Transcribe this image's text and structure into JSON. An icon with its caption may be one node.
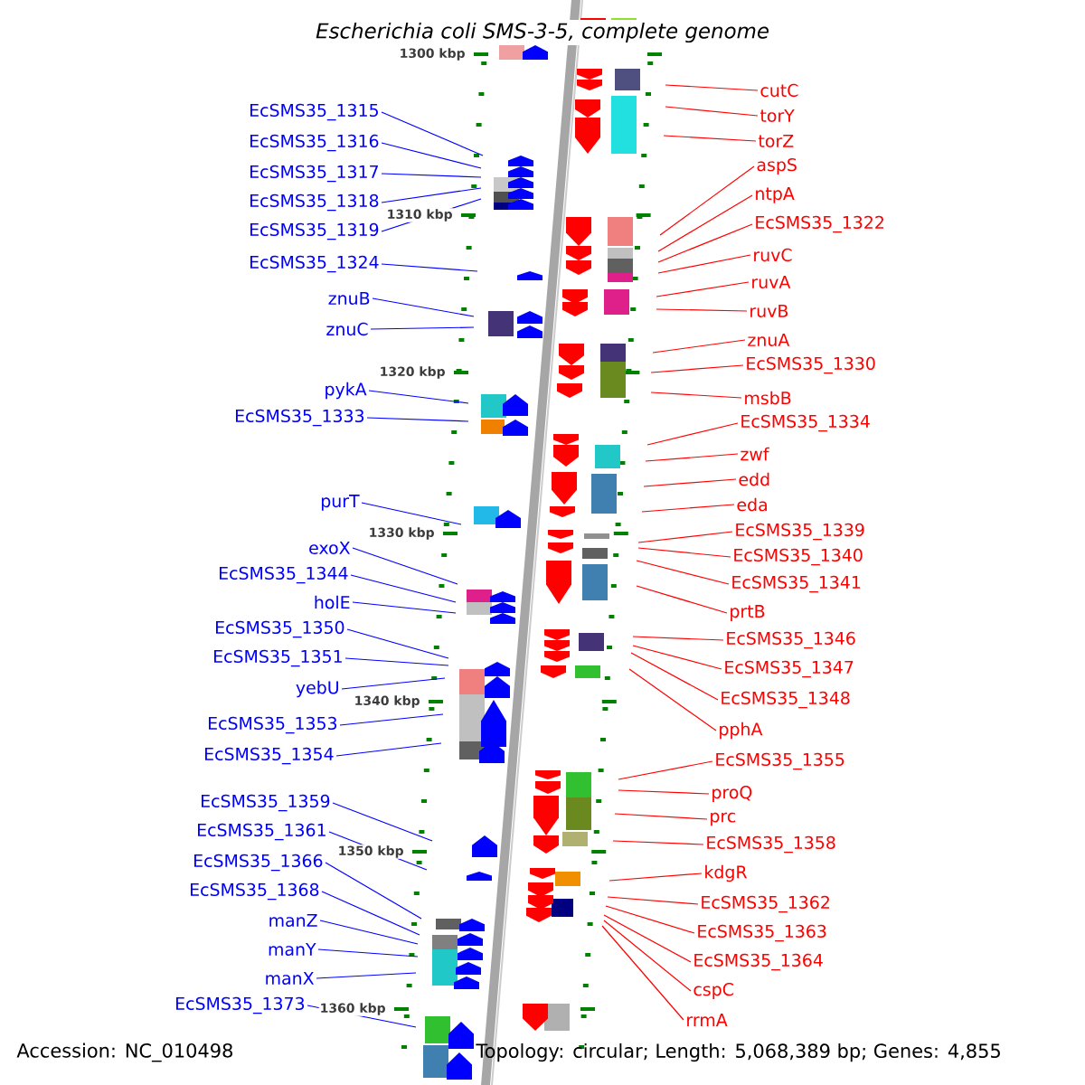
{
  "diagram": {
    "title": "Escherichia coli SMS-3-5, complete genome",
    "nodes": [
      {
        "text": [
          "EcSMS35_1315"
        ]
      },
      {
        "text": [
          "EcSMS35_1316"
        ]
      },
      {
        "text": [
          "EcSMS35_1317"
        ]
      },
      {
        "text": [
          "EcSMS35_1318"
        ]
      },
      {
        "text": [
          "EcSMS35_1319"
        ]
      },
      {
        "text": [
          "EcSMS35_1324"
        ]
      },
      {
        "text": [
          "znuB"
        ]
      },
      {
        "text": [
          "znuC"
        ]
      },
      {
        "text": [
          "pykA"
        ]
      },
      {
        "text": [
          "EcSMS35_1333"
        ]
      },
      {
        "text": [
          "purT"
        ]
      },
      {
        "text": [
          "exoX"
        ]
      },
      {
        "text": [
          "EcSMS35_1344"
        ]
      },
      {
        "text": [
          "holE"
        ]
      },
      {
        "text": [
          "EcSMS35_1350"
        ]
      },
      {
        "text": [
          "EcSMS35_1351"
        ]
      },
      {
        "text": [
          "yebU"
        ]
      },
      {
        "text": [
          "EcSMS35_1353"
        ]
      },
      {
        "text": [
          "EcSMS35_1354"
        ]
      },
      {
        "text": [
          "EcSMS35_1359"
        ]
      },
      {
        "text": [
          "EcSMS35_1361"
        ]
      },
      {
        "text": [
          "EcSMS35_1366"
        ]
      },
      {
        "text": [
          "EcSMS35_1368"
        ]
      },
      {
        "text": [
          "manZ"
        ]
      },
      {
        "text": [
          "manY"
        ]
      },
      {
        "text": [
          "manX"
        ]
      },
      {
        "text": [
          "EcSMS35_1373"
        ]
      },
      {
        "text": [
          "cutC"
        ]
      },
      {
        "text": [
          "torY"
        ]
      },
      {
        "text": [
          "torZ"
        ]
      },
      {
        "text": [
          "aspS"
        ]
      },
      {
        "text": [
          "ntpA"
        ]
      },
      {
        "text": [
          "EcSMS35_1322"
        ]
      },
      {
        "text": [
          "ruvC"
        ]
      },
      {
        "text": [
          "ruvA"
        ]
      },
      {
        "text": [
          "ruvB"
        ]
      },
      {
        "text": [
          "znuA"
        ]
      },
      {
        "text": [
          "EcSMS35_1330"
        ]
      },
      {
        "text": [
          "msbB"
        ]
      },
      {
        "text": [
          "EcSMS35_1334"
        ]
      },
      {
        "text": [
          "zwf"
        ]
      },
      {
        "text": [
          "edd"
        ]
      },
      {
        "text": [
          "eda"
        ]
      },
      {
        "text": [
          "EcSMS35_1339"
        ]
      },
      {
        "text": [
          "EcSMS35_1340"
        ]
      },
      {
        "text": [
          "EcSMS35_1341"
        ]
      },
      {
        "text": [
          "prtB"
        ]
      },
      {
        "text": [
          "EcSMS35_1346"
        ]
      },
      {
        "text": [
          "EcSMS35_1347"
        ]
      },
      {
        "text": [
          "EcSMS35_1348"
        ]
      },
      {
        "text": [
          "pphA"
        ]
      },
      {
        "text": [
          "EcSMS35_1355"
        ]
      },
      {
        "text": [
          "proQ"
        ]
      },
      {
        "text": [
          "prc"
        ]
      },
      {
        "text": [
          "EcSMS35_1358"
        ]
      },
      {
        "text": [
          "kdgR"
        ]
      },
      {
        "text": [
          "EcSMS35_1362"
        ]
      },
      {
        "text": [
          "EcSMS35_1363"
        ]
      },
      {
        "text": [
          "EcSMS35_1364"
        ]
      },
      {
        "text": [
          "cspC"
        ]
      },
      {
        "text": [
          "rrmA"
        ]
      }
    ],
    "edges": [
      {
        "from": 0,
        "to": null,
        "arrow": "none",
        "color": "#0000ff"
      },
      {
        "from": 1,
        "to": null,
        "arrow": "none",
        "color": "#0000ff"
      },
      {
        "from": 2,
        "to": null,
        "arrow": "none",
        "color": "#0000ff"
      },
      {
        "from": 3,
        "to": null,
        "arrow": "none",
        "color": "#0000ff"
      },
      {
        "from": 4,
        "to": null,
        "arrow": "none",
        "color": "#0000ff"
      },
      {
        "from": 5,
        "to": null,
        "arrow": "none",
        "color": "#0000ff"
      },
      {
        "from": 6,
        "to": null,
        "arrow": "none",
        "color": "#0000ff"
      },
      {
        "from": 7,
        "to": null,
        "arrow": "none",
        "color": "#0000ff"
      },
      {
        "from": 8,
        "to": null,
        "arrow": "none",
        "color": "#0000ff"
      },
      {
        "from": 9,
        "to": null,
        "arrow": "none",
        "color": "#0000ff"
      },
      {
        "from": 10,
        "to": null,
        "arrow": "none",
        "color": "#0000ff"
      },
      {
        "from": 11,
        "to": null,
        "arrow": "none",
        "color": "#0000ff"
      },
      {
        "from": 12,
        "to": null,
        "arrow": "none",
        "color": "#0000ff"
      },
      {
        "from": 13,
        "to": null,
        "arrow": "none",
        "color": "#0000ff"
      },
      {
        "from": 14,
        "to": null,
        "arrow": "none",
        "color": "#0000ff"
      },
      {
        "from": 15,
        "to": null,
        "arrow": "none",
        "color": "#0000ff"
      },
      {
        "from": 16,
        "to": null,
        "arrow": "none",
        "color": "#0000ff"
      },
      {
        "from": 17,
        "to": null,
        "arrow": "none",
        "color": "#0000ff"
      },
      {
        "from": 18,
        "to": null,
        "arrow": "none",
        "color": "#0000ff"
      },
      {
        "from": 19,
        "to": null,
        "arrow": "none",
        "color": "#0000ff"
      },
      {
        "from": 20,
        "to": null,
        "arrow": "none",
        "color": "#0000ff"
      },
      {
        "from": 21,
        "to": null,
        "arrow": "none",
        "color": "#0000ff"
      },
      {
        "from": 22,
        "to": null,
        "arrow": "none",
        "color": "#0000ff"
      },
      {
        "from": 23,
        "to": null,
        "arrow": "none",
        "color": "#0000ff"
      },
      {
        "from": 24,
        "to": null,
        "arrow": "none",
        "color": "#0000ff"
      },
      {
        "from": 25,
        "to": null,
        "arrow": "none",
        "color": "#0000ff"
      },
      {
        "from": 26,
        "to": null,
        "arrow": "none",
        "color": "#0000ff"
      },
      {
        "from": 27,
        "to": null,
        "arrow": "none"
      },
      {
        "from": 28,
        "to": null,
        "arrow": "none"
      },
      {
        "from": 29,
        "to": null,
        "arrow": "none"
      },
      {
        "from": 30,
        "to": null,
        "arrow": "none"
      },
      {
        "from": 31,
        "to": null,
        "arrow": "none"
      },
      {
        "from": 32,
        "to": null,
        "arrow": "none"
      },
      {
        "from": 33,
        "to": null,
        "arrow": "none"
      },
      {
        "from": 34,
        "to": null,
        "arrow": "none"
      },
      {
        "from": 35,
        "to": null,
        "arrow": "none"
      },
      {
        "from": 36,
        "to": null,
        "arrow": "none"
      },
      {
        "from": 37,
        "to": null,
        "arrow": "none"
      },
      {
        "from": 38,
        "to": null,
        "arrow": "none"
      },
      {
        "from": 39,
        "to": null,
        "arrow": "none"
      },
      {
        "from": 40,
        "to": null,
        "arrow": "none"
      },
      {
        "from": 41,
        "to": null,
        "arrow": "none"
      },
      {
        "from": 42,
        "to": null,
        "arrow": "none"
      },
      {
        "from": 43,
        "to": null,
        "arrow": "none"
      },
      {
        "from": 44,
        "to": null,
        "arrow": "none"
      },
      {
        "from": 45,
        "to": null,
        "arrow": "none"
      },
      {
        "from": 46,
        "to": null,
        "arrow": "none"
      },
      {
        "from": 47,
        "to": null,
        "arrow": "none"
      },
      {
        "from": 48,
        "to": null,
        "arrow": "none"
      },
      {
        "from": 49,
        "to": null,
        "arrow": "none"
      },
      {
        "from": 50,
        "to": null,
        "arrow": "none"
      },
      {
        "from": 51,
        "to": null,
        "arrow": "none"
      },
      {
        "from": 52,
        "to": null,
        "arrow": "none"
      },
      {
        "from": 53,
        "to": null,
        "arrow": "none"
      },
      {
        "from": 54,
        "to": null,
        "arrow": "none"
      },
      {
        "from": 55,
        "to": null,
        "arrow": "none"
      },
      {
        "from": 56,
        "to": null,
        "arrow": "none"
      },
      {
        "from": 57,
        "to": null,
        "arrow": "none"
      },
      {
        "from": 58,
        "to": null,
        "arrow": "none"
      },
      {
        "from": 59,
        "to": null,
        "arrow": "none"
      },
      {
        "from": 60,
        "to": null,
        "arrow": "none"
      }
    ],
    "labels": [
      "1300 kbp",
      "1310 kbp",
      "1320 kbp",
      "1330 kbp",
      "1340 kbp",
      "1350 kbp",
      "1360 kbp",
      "Accession: NC_010498",
      "Topology: circular; Length: 5,068,389 bp; Genes: 4,855"
    ]
  }
}
